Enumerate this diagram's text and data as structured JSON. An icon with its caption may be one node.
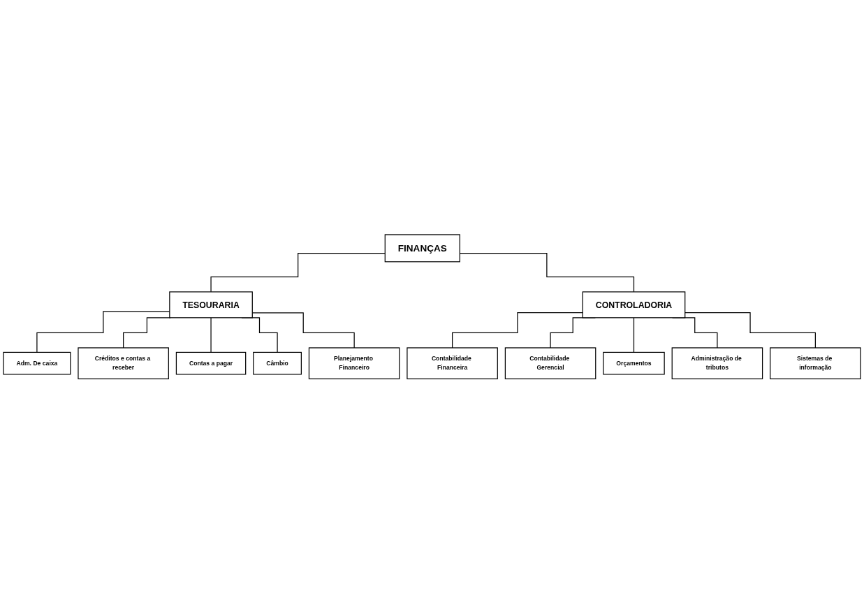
{
  "diagram": {
    "nodes": [
      {
        "text": [
          "FINANÇAS"
        ]
      },
      {
        "text": [
          "TESOURARIA"
        ]
      },
      {
        "text": [
          "CONTROLADORIA"
        ]
      },
      {
        "text": [
          "Adm. De caixa"
        ]
      },
      {
        "text": [
          "Créditos e contas a receber"
        ]
      },
      {
        "text": [
          "Contas a pagar"
        ]
      },
      {
        "text": [
          "Câmbio"
        ]
      },
      {
        "text": [
          "Planejamento Financeiro"
        ]
      },
      {
        "text": [
          "Contabilidade Financeira"
        ]
      },
      {
        "text": [
          "Contabilidade Gerencial"
        ]
      },
      {
        "text": [
          "Orçamentos"
        ]
      },
      {
        "text": [
          "Administração de tributos"
        ]
      },
      {
        "text": [
          "Sistemas de informação"
        ]
      }
    ],
    "edges": [
      {
        "from": 0,
        "to": 1,
        "arrow": "none"
      },
      {
        "from": 0,
        "to": 2,
        "arrow": "none"
      },
      {
        "from": 1,
        "to": 3,
        "arrow": "none"
      },
      {
        "from": 1,
        "to": 4,
        "arrow": "none"
      },
      {
        "from": 1,
        "to": 5,
        "arrow": "none"
      },
      {
        "from": 1,
        "to": 6,
        "arrow": "none"
      },
      {
        "from": 1,
        "to": 7,
        "arrow": "none"
      },
      {
        "from": 2,
        "to": 8,
        "arrow": "none"
      },
      {
        "from": 2,
        "to": 9,
        "arrow": "none"
      },
      {
        "from": 2,
        "to": 10,
        "arrow": "none"
      },
      {
        "from": 2,
        "to": 11,
        "arrow": "none"
      },
      {
        "from": 2,
        "to": 12,
        "arrow": "none"
      }
    ]
  }
}
